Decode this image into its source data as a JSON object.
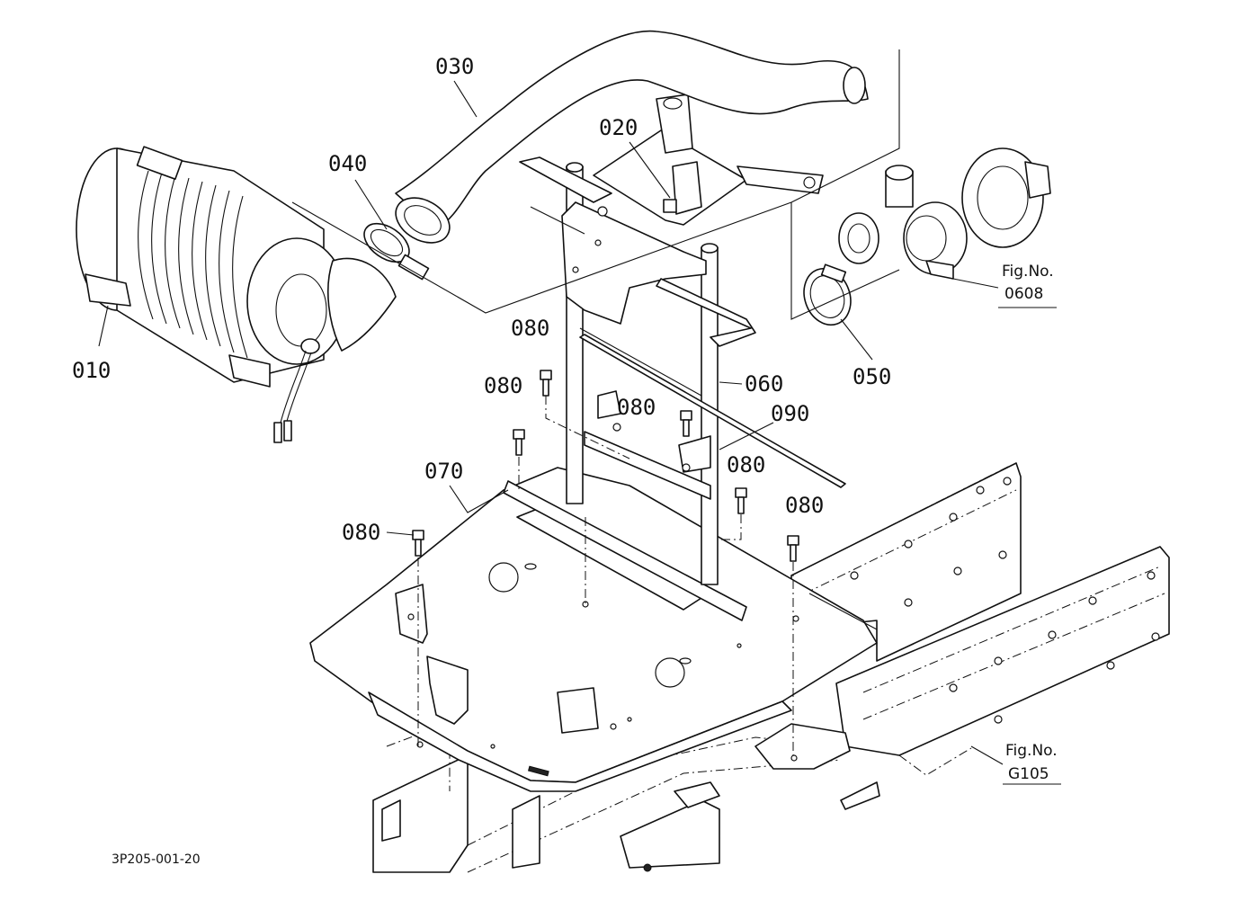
{
  "diagram_code": "3P205-001-20",
  "parts": {
    "p010": "010",
    "p020": "020",
    "p030": "030",
    "p040": "040",
    "p050": "050",
    "p060": "060",
    "p070": "070",
    "p080": "080",
    "p090": "090"
  },
  "fig_refs": {
    "fig_label": "Fig.No.",
    "turbo_fig": "0608",
    "frame_fig": "G105"
  }
}
